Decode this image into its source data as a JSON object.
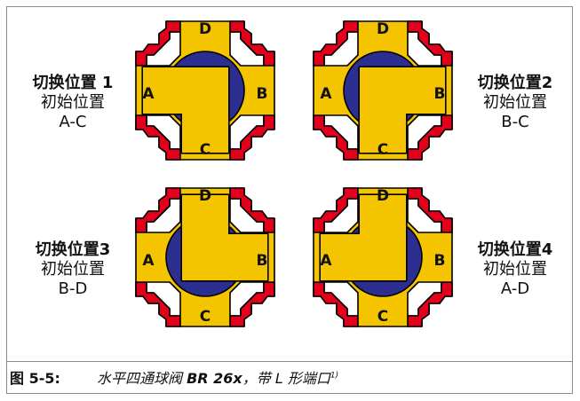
{
  "positions": [
    {
      "title": "切换位置 1",
      "subtitle": "初始位置",
      "ports": "A-C",
      "letters": {
        "top": "D",
        "left": "A",
        "right": "B",
        "bottom": "C"
      },
      "flow": [
        "left",
        "bottom"
      ]
    },
    {
      "title": "切换位置2",
      "subtitle": "初始位置",
      "ports": "B-C",
      "letters": {
        "top": "D",
        "left": "A",
        "right": "B",
        "bottom": "C"
      },
      "flow": [
        "right",
        "bottom"
      ]
    },
    {
      "title": "切换位置3",
      "subtitle": "初始位置",
      "ports": "B-D",
      "letters": {
        "top": "D",
        "left": "A",
        "right": "B",
        "bottom": "C"
      },
      "flow": [
        "top",
        "right"
      ]
    },
    {
      "title": "切换位置4",
      "subtitle": "初始位置",
      "ports": "A-D",
      "letters": {
        "top": "D",
        "left": "A",
        "right": "B",
        "bottom": "C"
      },
      "flow": [
        "left",
        "top"
      ]
    }
  ],
  "caption": {
    "number": "图 5-5:",
    "text_before": "水平四通球阀 ",
    "model": "BR 26x",
    "text_after": "，带 L 形端口",
    "footnote": "1)"
  },
  "colors": {
    "body": "#f5c400",
    "flange": "#e3001b",
    "ball": "#2c2f8f",
    "outline": "#000000"
  }
}
